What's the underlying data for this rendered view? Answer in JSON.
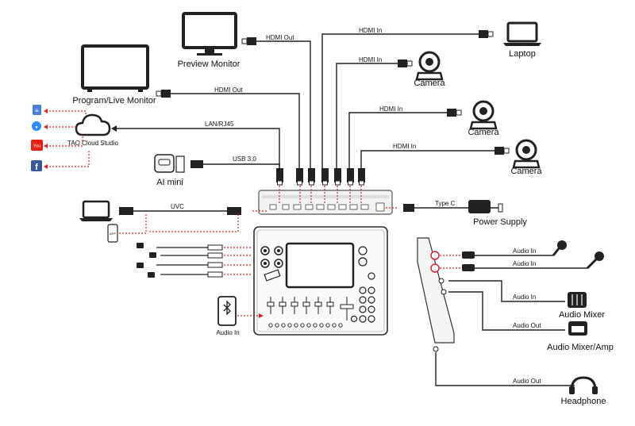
{
  "devices": {
    "preview_monitor": "Preview Monitor",
    "program_monitor": "Program/Live Monitor",
    "laptop": "Laptop",
    "camera_1": "Camera",
    "camera_2": "Camera",
    "camera_3": "Camera",
    "cloud": "TAO Cloud Studio",
    "ai_mini": "AI mini",
    "power_supply": "Power Supply",
    "audio_mixer": "Audio Mixer",
    "audio_mixer_amp": "Audio Mixer/Amp",
    "headphone": "Headphone",
    "bt_audio_in": "Audio In"
  },
  "connections": {
    "hdmi_out_preview": "HDMI Out",
    "hdmi_in_laptop": "HDMI In",
    "hdmi_in_cam1": "HDMI In",
    "hdmi_out_program": "HDMI Out",
    "hdmi_in_cam2": "HDMI In",
    "lan": "LAN/RJ45",
    "hdmi_in_cam3": "HDMI In",
    "usb3": "USB 3.0",
    "uvc": "UVC",
    "type_c": "Type C",
    "audio_in_mic1": "Audio In",
    "audio_in_mic2": "Audio In",
    "audio_in_mixer": "Audio In",
    "audio_out_amp": "Audio Out",
    "audio_out_headphone": "Audio Out"
  },
  "social_icons": [
    "google-docs-icon",
    "zoom-icon",
    "youtube-icon",
    "facebook-icon"
  ],
  "social_glyphs": {
    "docs": "≡",
    "zoom": "●",
    "youtube": "You",
    "facebook": "f"
  },
  "phone_app_label": "APP",
  "colors": {
    "line": "#222222",
    "dashed_signal": "#d9262b",
    "device_outline": "#222222",
    "device_fill": "#f2f2f2",
    "youtube": "#e62117",
    "facebook": "#3b5998",
    "docs": "#4a7fd6",
    "zoom": "#2d8cff"
  }
}
